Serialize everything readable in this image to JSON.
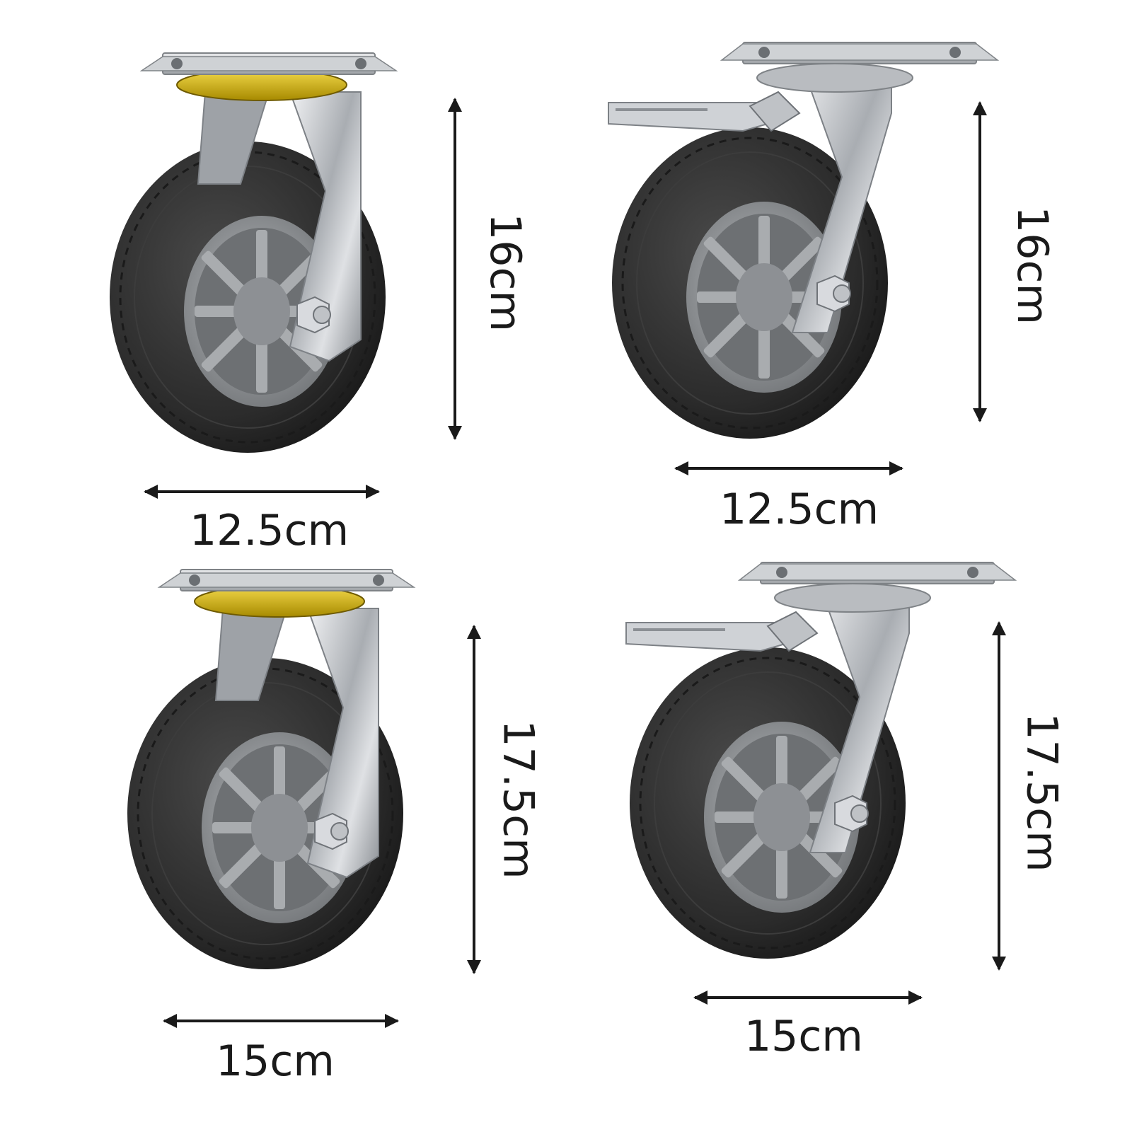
{
  "products": [
    {
      "type": "swivel",
      "height_label": "16cm",
      "width_label": "12.5cm"
    },
    {
      "type": "swivel-with-brake",
      "height_label": "16cm",
      "width_label": "12.5cm"
    },
    {
      "type": "swivel",
      "height_label": "17.5cm",
      "width_label": "15cm"
    },
    {
      "type": "swivel-with-brake",
      "height_label": "17.5cm",
      "width_label": "15cm"
    }
  ],
  "colors": {
    "tire": "#2b2b2b",
    "hub": "#8a8d90",
    "metal": "#c9ccd0",
    "bearing": "#d6b400",
    "arrow": "#1a1a1a"
  }
}
